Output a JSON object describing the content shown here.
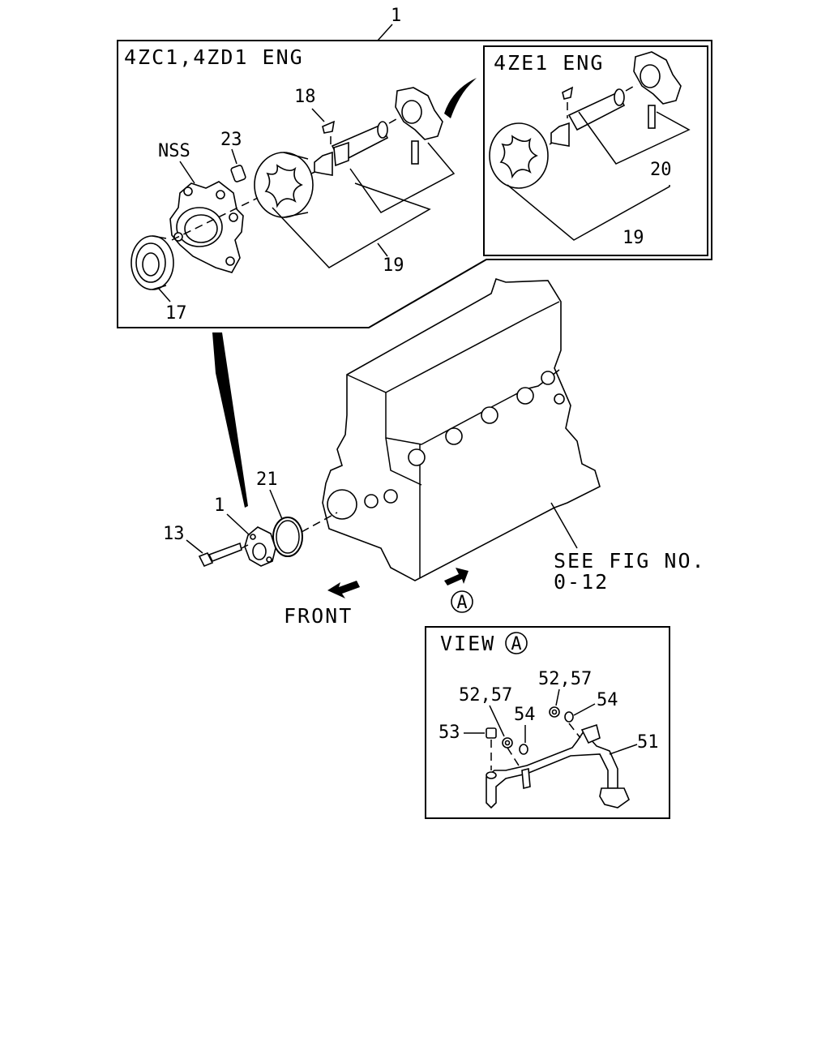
{
  "diagram": {
    "callout_main": "1",
    "inset_left": {
      "title": "4ZC1,4ZD1 ENG",
      "labels": {
        "nss": "NSS",
        "p23": "23",
        "p18": "18",
        "p19": "19",
        "p17": "17"
      }
    },
    "inset_right": {
      "title": "4ZE1 ENG",
      "labels": {
        "p20": "20",
        "p19": "19"
      }
    },
    "main": {
      "labels": {
        "p21": "21",
        "p1": "1",
        "p13": "13"
      },
      "see_fig": "SEE FIG NO.",
      "see_fig_no": "0-12",
      "front": "FRONT",
      "view_marker": "A"
    },
    "view_a": {
      "title": "VIEW",
      "title_marker": "A",
      "labels": {
        "p5257_left": "52,57",
        "p5257_right": "52,57",
        "p54_left": "54",
        "p54_right": "54",
        "p53": "53",
        "p51": "51"
      }
    }
  }
}
